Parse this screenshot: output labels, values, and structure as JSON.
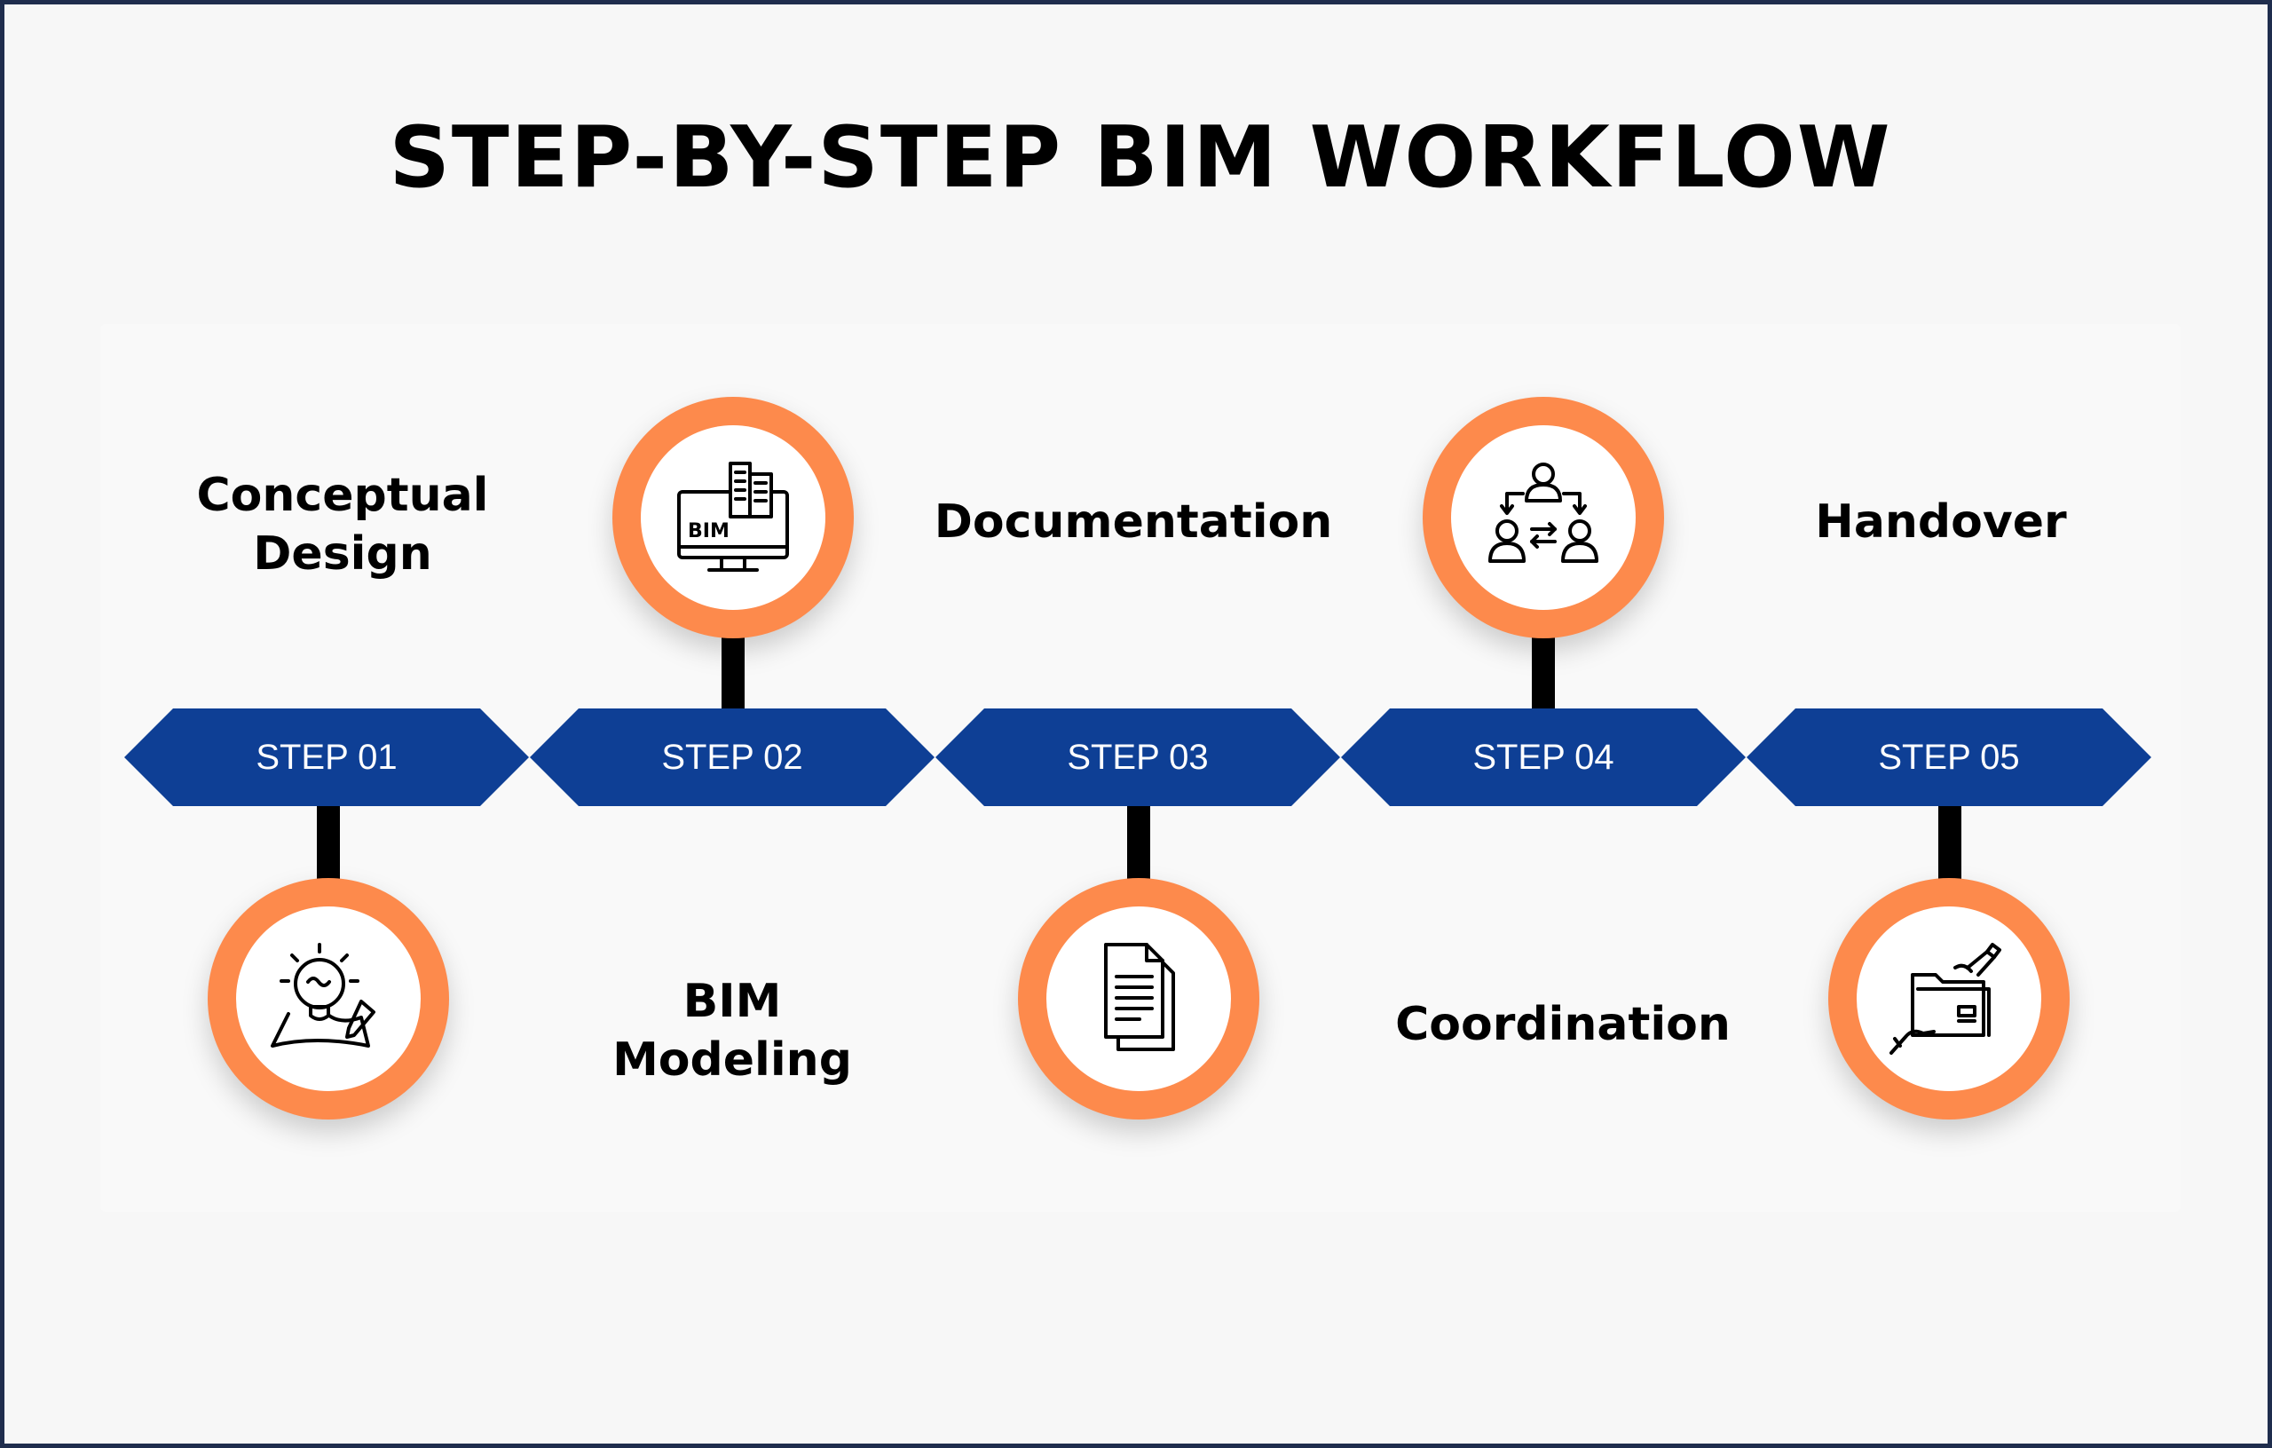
{
  "title": "STEP-BY-STEP BIM WORKFLOW",
  "steps": [
    {
      "label": "STEP 01",
      "name_lines": [
        "Conceptual",
        "Design"
      ],
      "icon": "lightbulb-sketch-icon"
    },
    {
      "label": "STEP 02",
      "name_lines": [
        "BIM",
        "Modeling"
      ],
      "icon": "bim-monitor-icon",
      "icon_text": "BIM"
    },
    {
      "label": "STEP 03",
      "name_lines": [
        "Documentation"
      ],
      "icon": "documents-icon"
    },
    {
      "label": "STEP 04",
      "name_lines": [
        "Coordination"
      ],
      "icon": "team-exchange-icon"
    },
    {
      "label": "STEP 05",
      "name_lines": [
        "Handover"
      ],
      "icon": "folder-handover-icon"
    }
  ],
  "colors": {
    "step_bar": "#0e3f95",
    "ring": "#fd8a4c",
    "border": "#1f2d4d",
    "background": "#f7f7f7"
  }
}
